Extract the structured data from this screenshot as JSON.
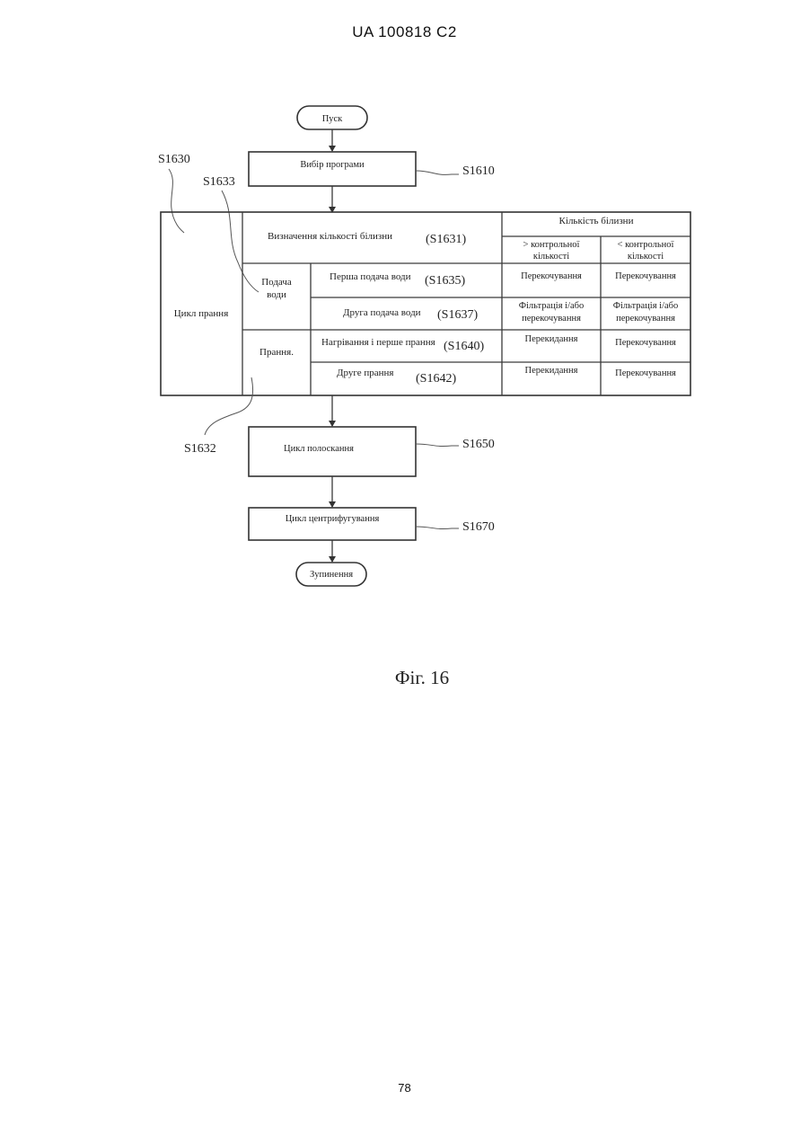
{
  "header": "UA   100818   C2",
  "page_number": "78",
  "figure_caption": "Фіг. 16",
  "flow": {
    "start": "Пуск",
    "program_selection": "Вибір програми",
    "rinse_cycle": "Цикл полоскання",
    "spin_cycle": "Цикл центрифугування",
    "stop": "Зупинення"
  },
  "step_labels": {
    "s1610": "S1610",
    "s1630": "S1630",
    "s1633": "S1633",
    "s1632": "S1632",
    "s1650": "S1650",
    "s1670": "S1670"
  },
  "wash_table": {
    "cycle_label": "Цикл прання",
    "group_water_supply": [
      "Подача",
      "води"
    ],
    "group_washing": "Прання.",
    "laundry_amount_header": "Кількість білизни",
    "col_greater": [
      "> контрольної",
      "кількості"
    ],
    "col_less": [
      "< контрольної",
      "кількості"
    ],
    "rows": [
      {
        "step": "Визначення кількості білизни",
        "code": "(S1631)"
      },
      {
        "step": "Перша подача води",
        "code": "(S1635)",
        "greater": [
          "Перекочування"
        ],
        "less": [
          "Перекочування"
        ]
      },
      {
        "step": "Друга подача води",
        "code": "(S1637)",
        "greater": [
          "Фільтрація і/або",
          "перекочування"
        ],
        "less": [
          "Фільтрація і/або",
          "перекочування"
        ]
      },
      {
        "step": "Нагрівання і перше прання",
        "code": "(S1640)",
        "greater": [
          "Перекидання"
        ],
        "less": [
          "Перекочування"
        ]
      },
      {
        "step": "Друге прання",
        "code": "(S1642)",
        "greater": [
          "Перекидання"
        ],
        "less": [
          "Перекочування"
        ]
      }
    ]
  }
}
